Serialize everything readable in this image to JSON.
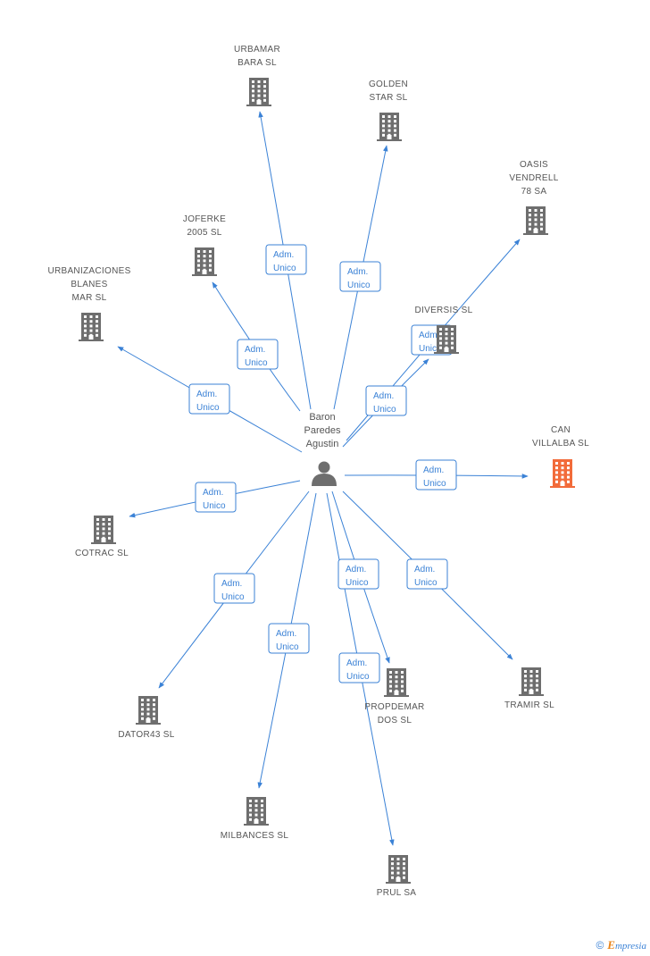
{
  "center": {
    "name_lines": [
      "Baron",
      "Paredes",
      "Agustin"
    ],
    "icon": "person-icon"
  },
  "edge_label_lines": [
    "Adm.",
    "Unico"
  ],
  "colors": {
    "edge": "#3b82d6",
    "building": "#6e6e6e",
    "building_highlight": "#f26b3a",
    "label": "#555555"
  },
  "companies": [
    {
      "id": "urbamar",
      "lines": [
        "URBAMAR",
        "BARA SL"
      ],
      "highlight": false
    },
    {
      "id": "golden",
      "lines": [
        "GOLDEN",
        "STAR SL"
      ],
      "highlight": false
    },
    {
      "id": "oasis",
      "lines": [
        "OASIS",
        "VENDRELL",
        "78 SA"
      ],
      "highlight": false
    },
    {
      "id": "joferke",
      "lines": [
        "JOFERKE",
        "2005 SL"
      ],
      "highlight": false
    },
    {
      "id": "urbanizaciones",
      "lines": [
        "URBANIZACIONES",
        "BLANES",
        "MAR SL"
      ],
      "highlight": false
    },
    {
      "id": "diversis",
      "lines": [
        "DIVERSIS SL"
      ],
      "highlight": false
    },
    {
      "id": "can-villalba",
      "lines": [
        "CAN",
        "VILLALBA SL"
      ],
      "highlight": true
    },
    {
      "id": "cotrac",
      "lines": [
        "COTRAC SL"
      ],
      "highlight": false
    },
    {
      "id": "dator43",
      "lines": [
        "DATOR43 SL"
      ],
      "highlight": false
    },
    {
      "id": "milbances",
      "lines": [
        "MILBANCES SL"
      ],
      "highlight": false
    },
    {
      "id": "propdemar",
      "lines": [
        "PROPDEMAR",
        "DOS SL"
      ],
      "highlight": false
    },
    {
      "id": "prul",
      "lines": [
        "PRUL SA"
      ],
      "highlight": false
    },
    {
      "id": "tramir",
      "lines": [
        "TRAMIR SL"
      ],
      "highlight": false
    }
  ],
  "brand": {
    "copyright": "©",
    "e": "E",
    "rest": "mpresia"
  }
}
